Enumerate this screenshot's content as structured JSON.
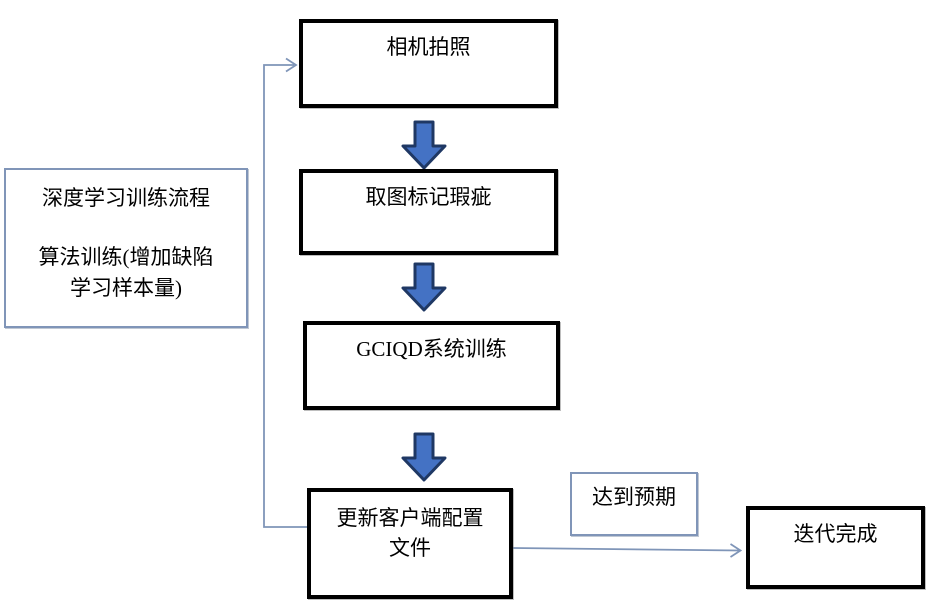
{
  "flowchart": {
    "type": "flowchart",
    "side_note": {
      "line1": "深度学习训练流程",
      "line2": "算法训练(增加缺陷",
      "line3": "学习样本量)"
    },
    "nodes": {
      "camera": "相机拍照",
      "mark": "取图标记瑕疵",
      "train": "GCIQD系统训练",
      "update_line1": "更新客户端配置",
      "update_line2": "文件",
      "done": "迭代完成"
    },
    "edge_label": "达到预期",
    "icons": {
      "step_arrow": "down-block-arrow-icon",
      "feedback_arrow": "right-open-arrowhead-icon"
    },
    "colors": {
      "background": "#ffffff",
      "text": "#000000",
      "node_border": "#000000",
      "note_border": "#8095b8",
      "connector": "#7f95b8",
      "block_arrow_fill": "#4472c4",
      "block_arrow_stroke": "#1f3864"
    }
  }
}
